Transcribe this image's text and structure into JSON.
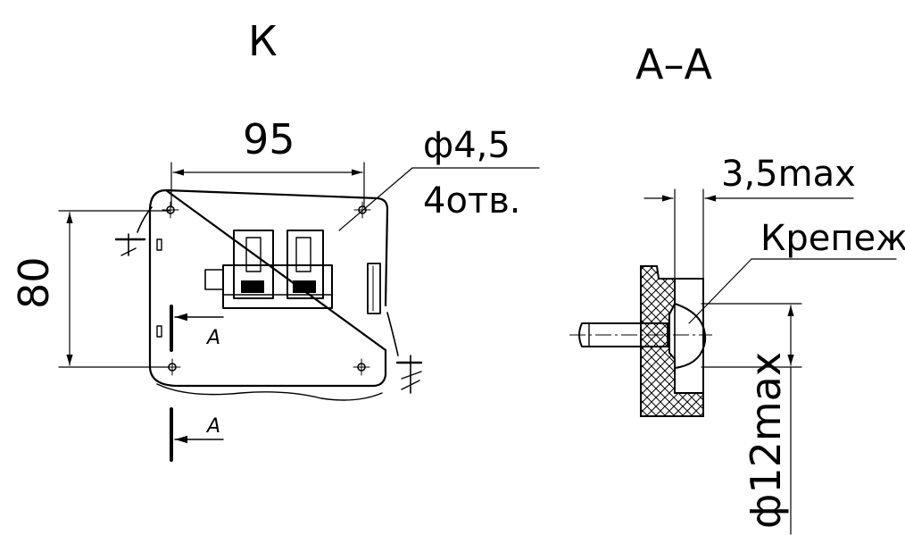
{
  "view": {
    "label": "К",
    "dim_width": "95",
    "dim_height": "80",
    "hole_diameter": "ф4,5",
    "hole_count": "4отв.",
    "section_mark_upper": "А",
    "section_mark_lower": "А"
  },
  "section": {
    "label": "А–А",
    "dim_thickness": "3,5max",
    "fastener_label": "Крепеж",
    "dim_diameter": "ф12max"
  }
}
